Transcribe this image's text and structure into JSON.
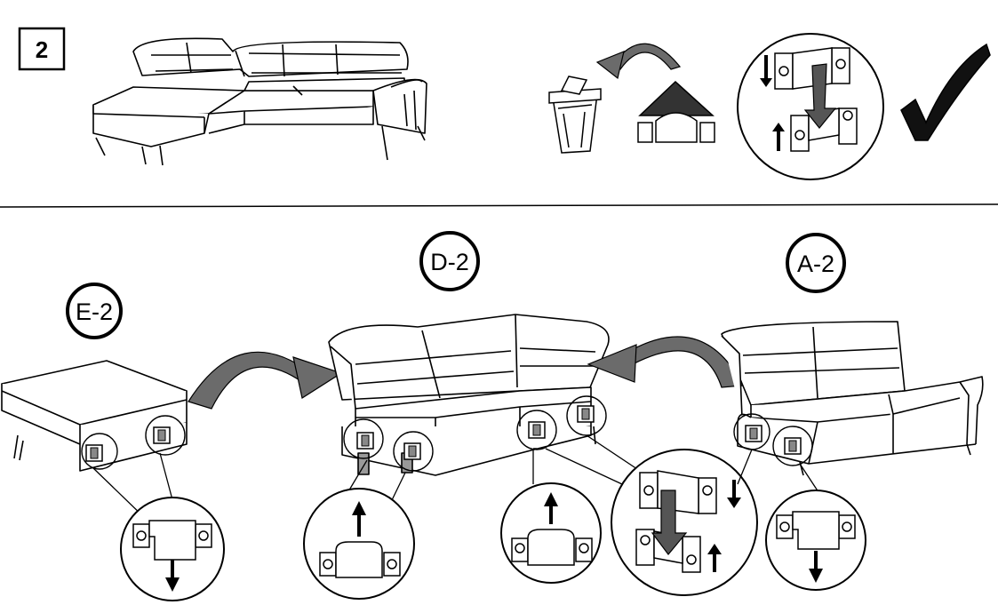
{
  "step": {
    "number": "2"
  },
  "modules": [
    {
      "id": "e2",
      "label": "E-2"
    },
    {
      "id": "d2",
      "label": "D-2"
    },
    {
      "id": "a2",
      "label": "A-2"
    }
  ],
  "icons": {
    "discard": "trash-bin-icon",
    "rotate": "rotate-arrow-icon",
    "confirm": "check-mark-icon"
  },
  "colors": {
    "line": "#000000",
    "arrow_fill": "#6b6b6b",
    "background": "#ffffff"
  }
}
